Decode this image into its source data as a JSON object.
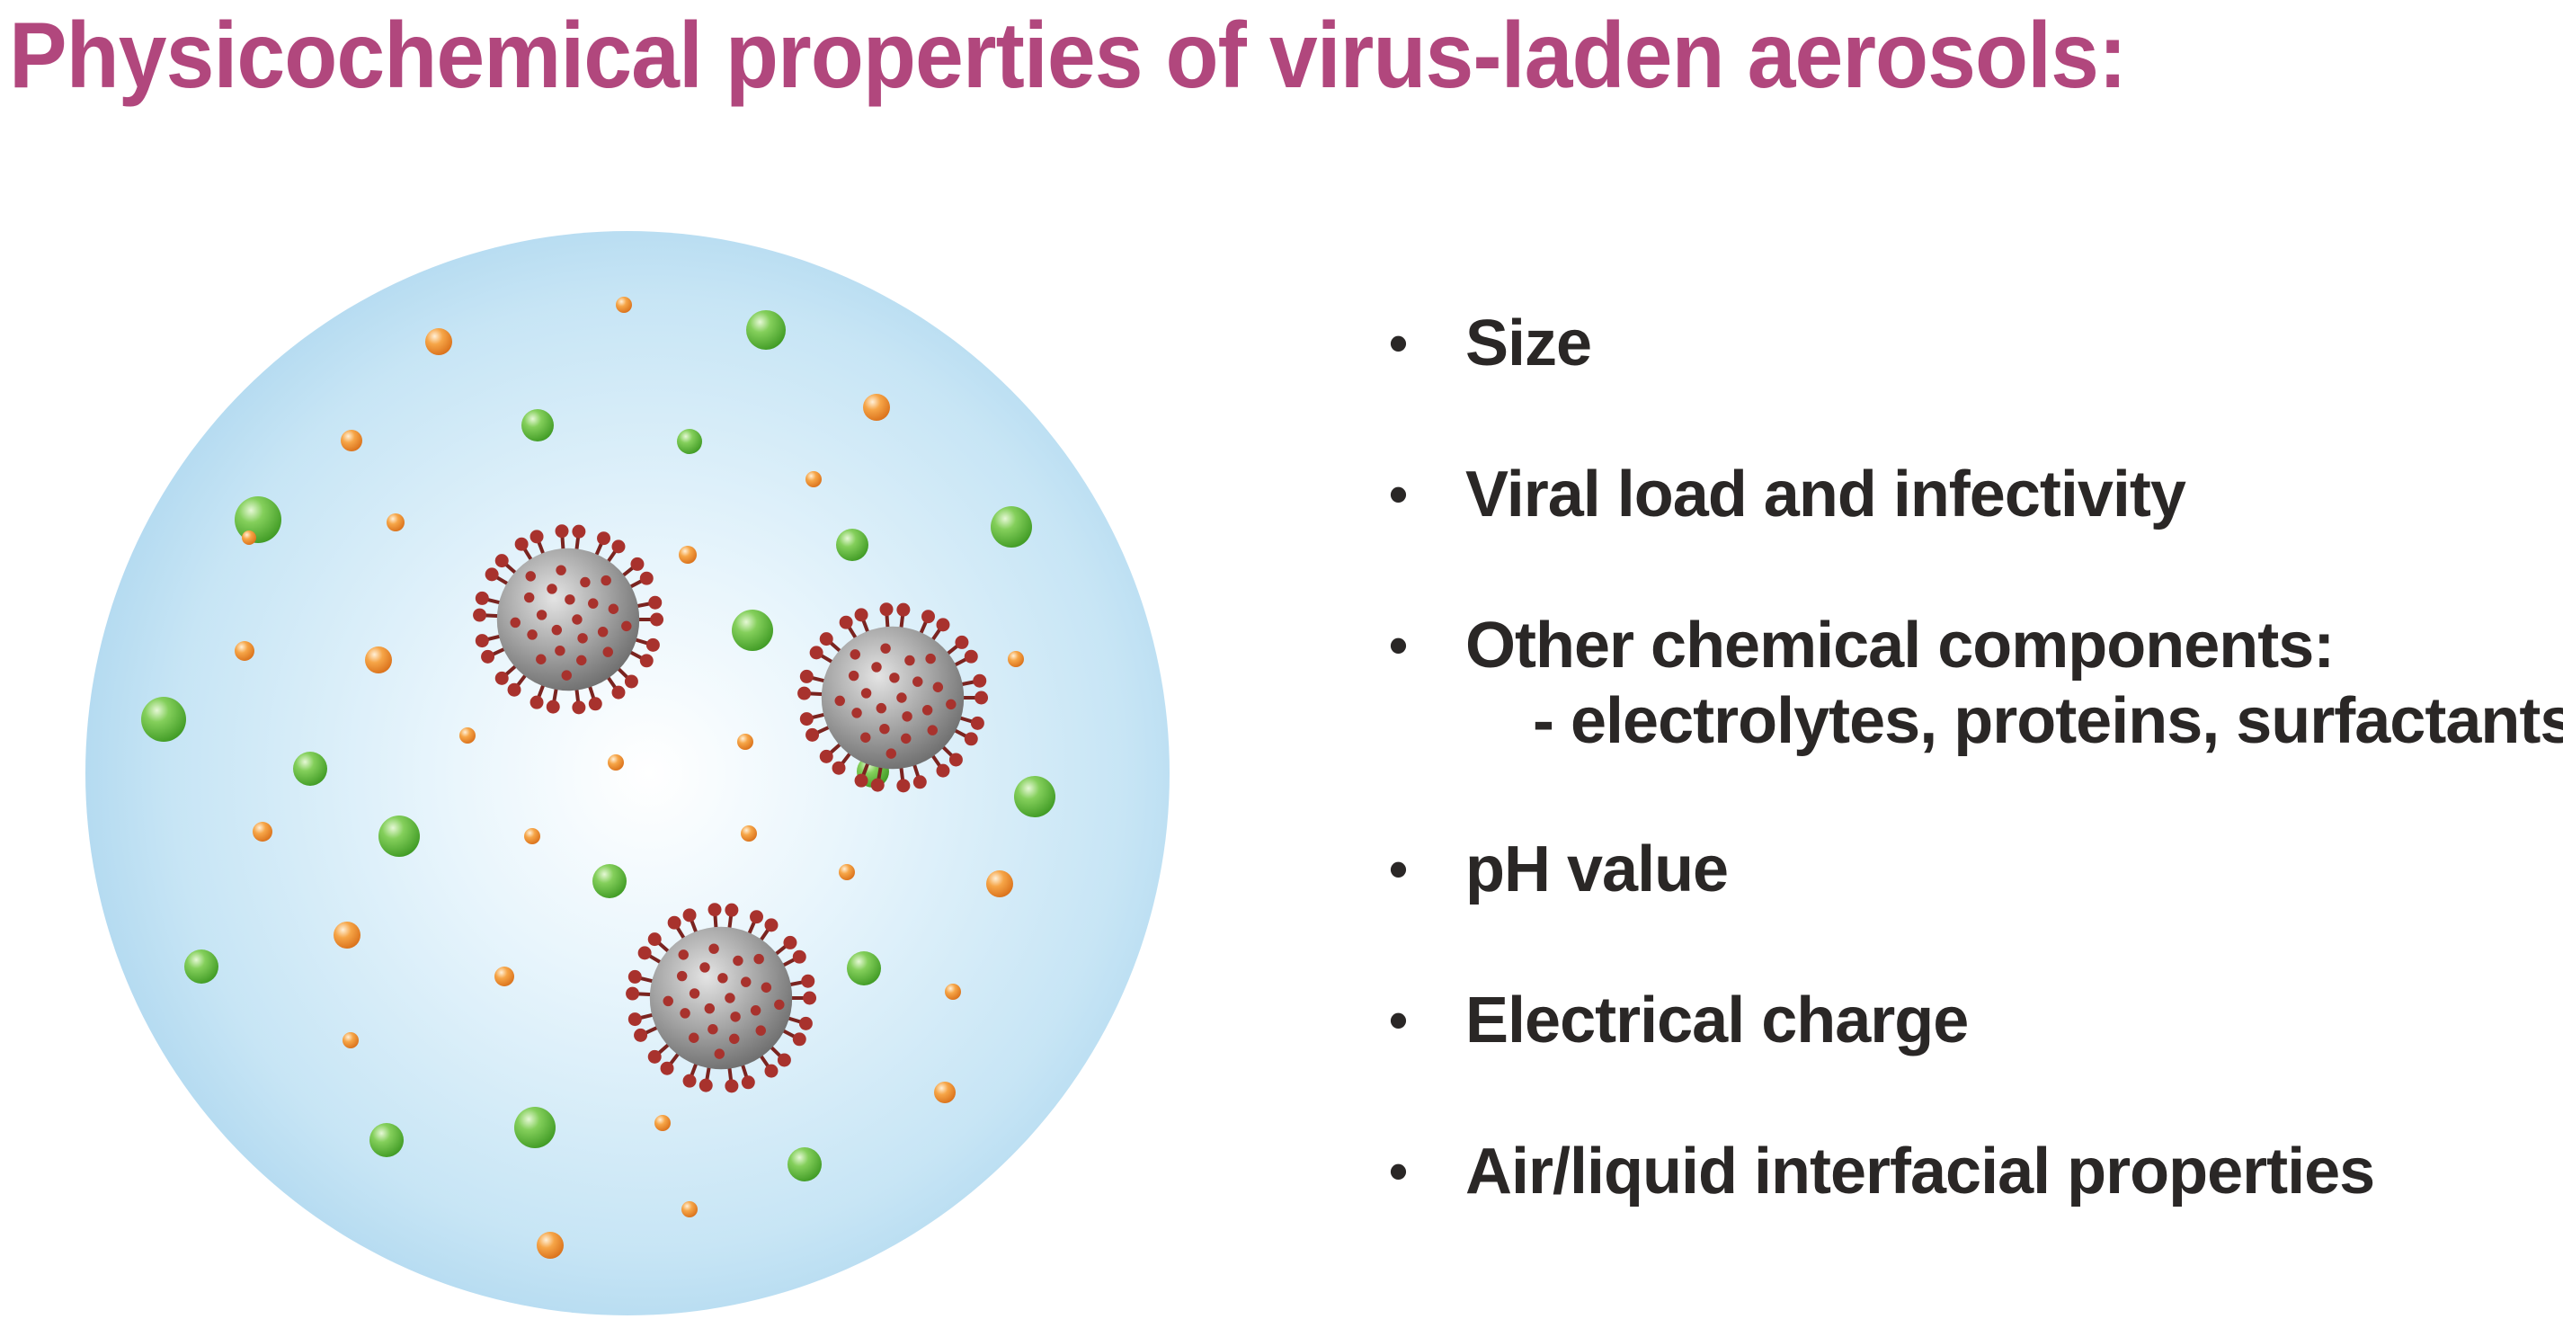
{
  "title": "Physicochemical properties of virus-laden aerosols:",
  "colors": {
    "title": "#b1477d",
    "text": "#2a2726",
    "droplet": "#bfe1f3",
    "green_particle": "#6cc043",
    "orange_particle": "#f39a3a",
    "virus_body": "#9a9a9a",
    "virus_spike": "#a8322d"
  },
  "figure": {
    "droplet": "aerosol droplet",
    "particles": [
      "green particle",
      "orange particle"
    ],
    "virus": "virus particle",
    "virus_count": 3
  },
  "properties": {
    "size": "Size",
    "viral_load": "Viral load and infectivity",
    "chemical": "Other chemical components:",
    "chemical_sub": "- electrolytes, proteins, surfactants",
    "ph": "pH value",
    "charge": "Electrical charge",
    "interface": "Air/liquid interfacial properties",
    "bullet": "•"
  }
}
